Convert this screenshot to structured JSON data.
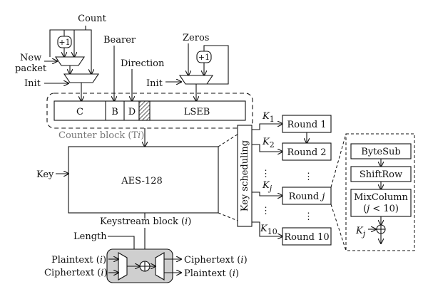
{
  "top": {
    "count": "Count",
    "new_packet_line1": "New",
    "new_packet_line2": "packet",
    "init_left": "Init",
    "bearer": "Bearer",
    "direction": "Direction",
    "zeros": "Zeros",
    "init_right": "Init",
    "plus_one": "+1"
  },
  "counter": {
    "c": "C",
    "b": "B",
    "d": "D",
    "lseb": "LSEB",
    "caption": "Counter block (T",
    "caption_sub": "i",
    "caption_end": ")"
  },
  "aes": {
    "key": "Key",
    "label": "AES-128",
    "keystream": "Keystream block (",
    "keystream_var": "i",
    "keystream_end": ")"
  },
  "xor_unit": {
    "length": "Length",
    "plaintext_in": "Plaintext (",
    "ciphertext_in": "Ciphertext (",
    "ciphertext_out": "Ciphertext (",
    "plaintext_out": "Plaintext (",
    "var": "i",
    "close": ")"
  },
  "key_schedule": {
    "label": "Key scheduling",
    "k": "K",
    "k1": "1",
    "k2": "2",
    "kj": "j",
    "k10": "10"
  },
  "rounds": {
    "r1": "Round 1",
    "r2": "Round 2",
    "rj": "Round ",
    "rj_var": "j",
    "r10": "Round 10"
  },
  "round_detail": {
    "bytesub": "ByteSub",
    "shiftrow": "ShiftRow",
    "mixcolumn": "MixColumn",
    "condition_open": "(",
    "condition_var": "j",
    "condition_rest": " < 10)",
    "kj": "K",
    "kj_sub": "j"
  }
}
